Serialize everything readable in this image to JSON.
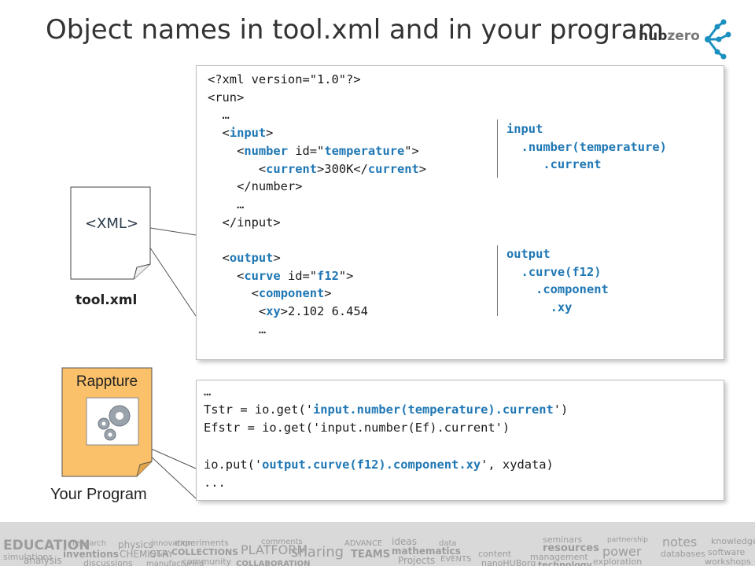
{
  "slide": {
    "title": "Object names in tool.xml and in your program",
    "logo": {
      "hub": "hub",
      "zero": "zero"
    }
  },
  "xml_file": {
    "icon_label": "<XML>",
    "caption": "tool.xml"
  },
  "xml_code": {
    "line1": "<?xml version=\"1.0\"?>",
    "line2": "<run>",
    "line3": "…",
    "line4_open": "<",
    "line4_tag": "input",
    "line4_close": ">",
    "line5_open": "<",
    "line5_tag": "number",
    "line5_attr": " id=\"",
    "line5_val": "temperature",
    "line5_close": "\">",
    "line6_open": "<",
    "line6_tag": "current",
    "line6_mid": ">300K</",
    "line6_tag2": "current",
    "line6_close": ">",
    "line7": "</number>",
    "line8": "…",
    "line9": "</input>",
    "line10_open": "<",
    "line10_tag": "output",
    "line10_close": ">",
    "line11_open": "<",
    "line11_tag": "curve",
    "line11_attr": " id=\"",
    "line11_val": "f12",
    "line11_close": "\">",
    "line12_open": "<",
    "line12_tag": "component",
    "line12_close": ">",
    "line13_open": "<",
    "line13_tag": "xy",
    "line13_rest": ">2.102 6.454",
    "line14": "…"
  },
  "path_labels": {
    "input": [
      "input",
      ".number(temperature)",
      ".current"
    ],
    "output": [
      "output",
      ".curve(f12)",
      ".component",
      ".xy"
    ]
  },
  "program": {
    "rappture_label": "Rappture",
    "caption": "Your Program"
  },
  "program_code": {
    "line1": "…",
    "line2_pre": "Tstr = io.get('",
    "line2_path": "input.number(temperature).current",
    "line2_post": "')",
    "line3": "Efstr = io.get('input.number(Ef).current')",
    "line4": "",
    "line5_pre": "io.put('",
    "line5_path": "output.curve(f12).component.xy",
    "line5_post": "', xydata)",
    "line6": "..."
  },
  "footer_words": [
    "EDUCATION",
    "simulations",
    "analysis",
    "research",
    "physics",
    "inventions",
    "CHEMISTRY",
    "discussions",
    "innovation",
    "Q&A",
    "experiments",
    "COLLECTIONS",
    "PLATFORM",
    "sharing",
    "comments",
    "community",
    "manufacturing",
    "COLLABORATION",
    "ADVANCE",
    "TEAMS",
    "ideas",
    "mathematics",
    "Projects",
    "EVENTS",
    "data",
    "content",
    "nanoHUBorg",
    "seminars",
    "resources",
    "management",
    "technology",
    "partnership",
    "power",
    "exploration",
    "notes",
    "databases",
    "knowledge",
    "software",
    "workshops"
  ]
}
